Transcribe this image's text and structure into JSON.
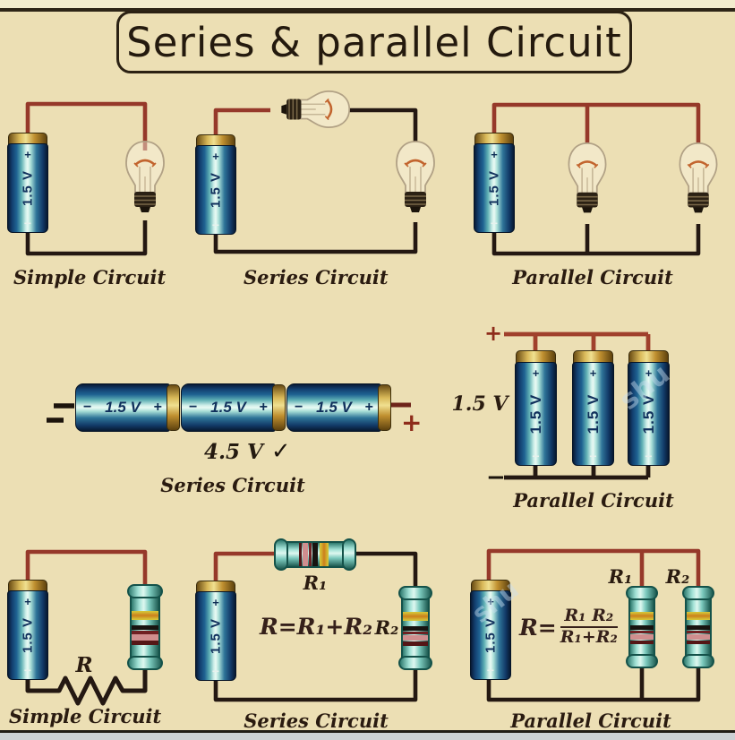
{
  "title": "Series & parallel Circuit",
  "battery": {
    "voltage": "1.5 V",
    "plus": "+",
    "minus": "−"
  },
  "cells": {
    "simple_bulb": {
      "label": "Simple Circuit"
    },
    "series_bulb": {
      "label": "Series Circuit"
    },
    "parallel_bulb": {
      "label": "Parallel Circuit"
    },
    "series_battery": {
      "label": "Series Circuit",
      "result_voltage": "4.5 V",
      "check": "✓",
      "pack_plus": "+"
    },
    "parallel_battery": {
      "label": "Parallel Circuit",
      "net_voltage": "1.5 V",
      "plus": "+",
      "minus": "−"
    },
    "simple_resistor": {
      "label": "Simple Circuit",
      "r_label": "R"
    },
    "series_resistor": {
      "label": "Series Circuit",
      "r1": "R₁",
      "r2": "R₂",
      "formula": "R=R₁+R₂"
    },
    "parallel_resistor": {
      "label": "Parallel Circuit",
      "r1": "R₁",
      "r2": "R₂",
      "formula_lhs": "R=",
      "formula_numerator": "R₁ R₂",
      "formula_denominator": "R₁+R₂"
    }
  },
  "watermark": "shu",
  "colors": {
    "background": "#ecdfb4",
    "wire_red": "#96392a",
    "wire_black": "#241812",
    "battery_blue": "#123e6e",
    "battery_stripe": "#eafaf4",
    "cap_gold": "#d8b858",
    "resistor_teal": "#9fe0d4",
    "resistor_outline": "#14524a",
    "band_yellow": "#d4c236",
    "band_pink": "#d08e8e",
    "band_maroon": "#702022",
    "label_brown": "#2a1b10"
  }
}
